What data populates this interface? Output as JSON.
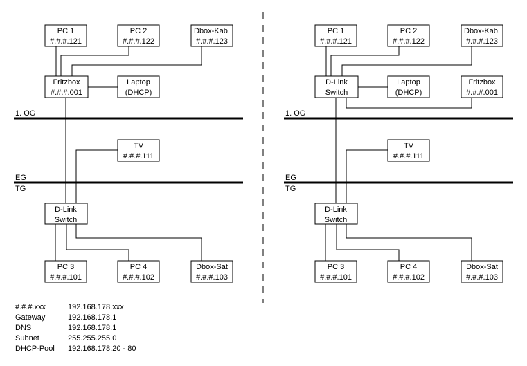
{
  "diagrams": [
    {
      "nodes": {
        "pc1": [
          "PC 1",
          "#.#.#.121"
        ],
        "pc2": [
          "PC 2",
          "#.#.#.122"
        ],
        "dboxkab": [
          "Dbox-Kab.",
          "#.#.#.123"
        ],
        "router": [
          "Fritzbox",
          "#.#.#.001"
        ],
        "laptop": [
          "Laptop",
          "(DHCP)"
        ],
        "tv": [
          "TV",
          "#.#.#.111"
        ],
        "switch": [
          "D-Link",
          "Switch"
        ],
        "pc3": [
          "PC 3",
          "#.#.#.101"
        ],
        "pc4": [
          "PC 4",
          "#.#.#.102"
        ],
        "dboxsat": [
          "Dbox-Sat",
          "#.#.#.103"
        ]
      }
    },
    {
      "nodes": {
        "pc1": [
          "PC 1",
          "#.#.#.121"
        ],
        "pc2": [
          "PC 2",
          "#.#.#.122"
        ],
        "dboxkab": [
          "Dbox-Kab.",
          "#.#.#.123"
        ],
        "switch_top": [
          "D-Link",
          "Switch"
        ],
        "laptop": [
          "Laptop",
          "(DHCP)"
        ],
        "router": [
          "Fritzbox",
          "#.#.#.001"
        ],
        "tv": [
          "TV",
          "#.#.#.111"
        ],
        "switch": [
          "D-Link",
          "Switch"
        ],
        "pc3": [
          "PC 3",
          "#.#.#.101"
        ],
        "pc4": [
          "PC 4",
          "#.#.#.102"
        ],
        "dboxsat": [
          "Dbox-Sat",
          "#.#.#.103"
        ]
      }
    }
  ],
  "floors": {
    "og": "1. OG",
    "eg": "EG",
    "tg": "TG"
  },
  "legend": [
    {
      "key": "#.#.#.xxx",
      "value": "192.168.178.xxx"
    },
    {
      "key": "Gateway",
      "value": "192.168.178.1"
    },
    {
      "key": "DNS",
      "value": "192.168.178.1"
    },
    {
      "key": "Subnet",
      "value": "255.255.255.0"
    },
    {
      "key": "DHCP-Pool",
      "value": "192.168.178.20 - 80"
    }
  ]
}
